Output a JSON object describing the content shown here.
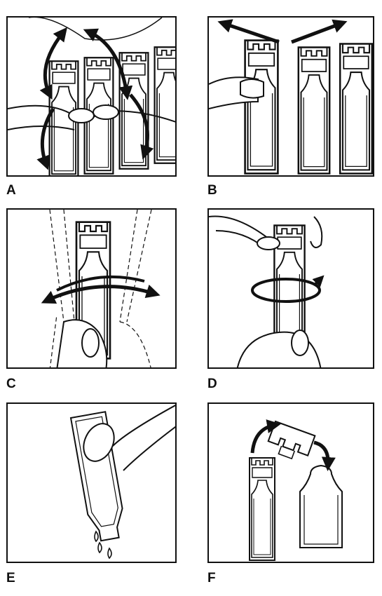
{
  "panels": [
    {
      "label": "A"
    },
    {
      "label": "B"
    },
    {
      "label": "C"
    },
    {
      "label": "D"
    },
    {
      "label": "E"
    },
    {
      "label": "F"
    }
  ],
  "colors": {
    "ink": "#111111",
    "paper": "#ffffff"
  }
}
